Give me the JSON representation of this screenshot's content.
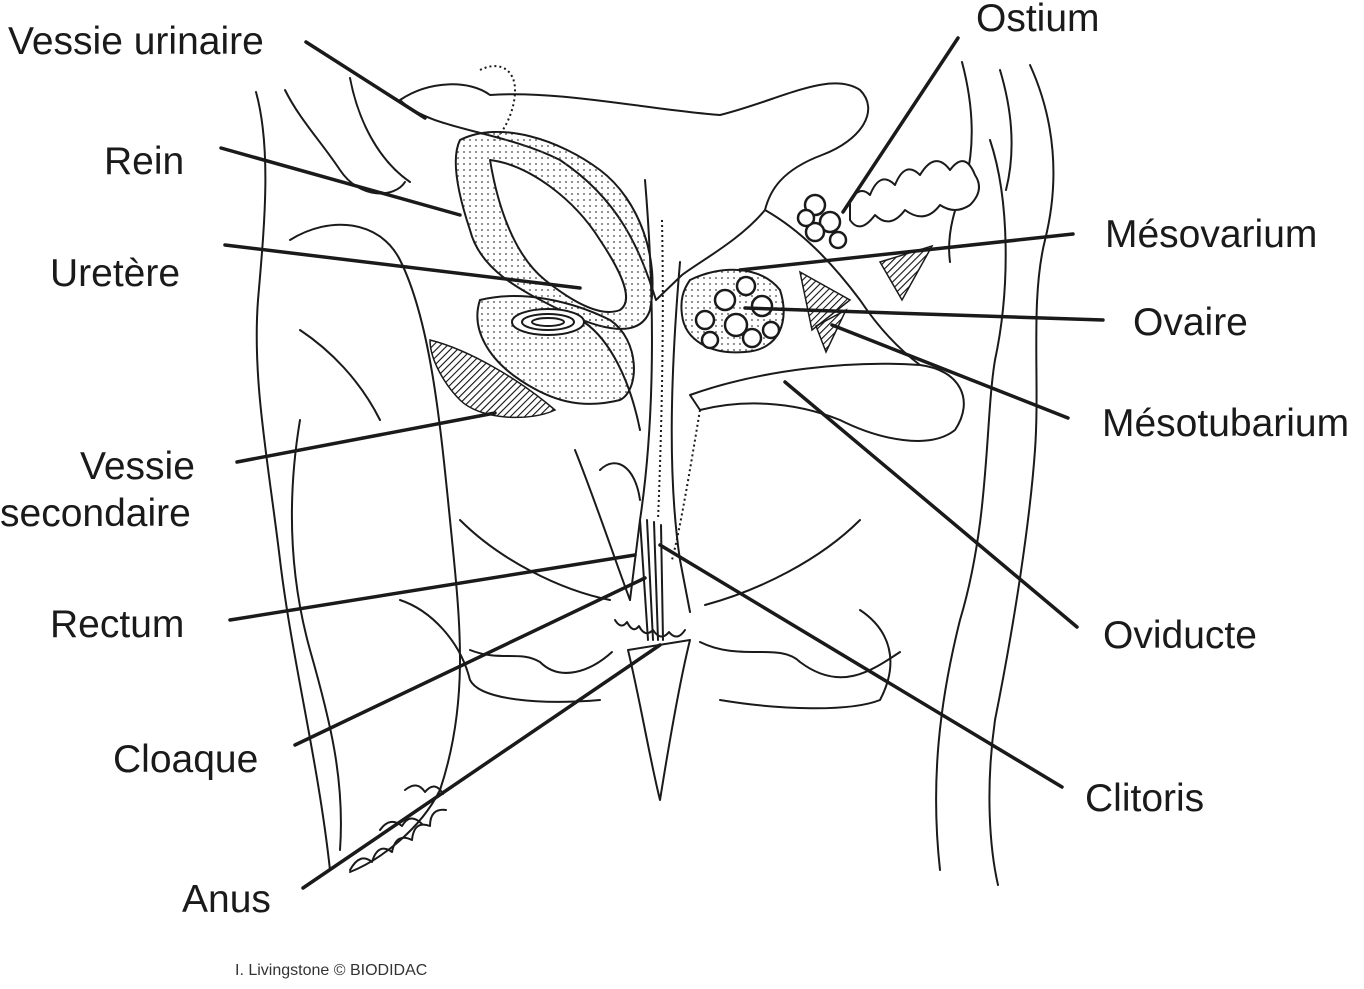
{
  "labels": {
    "vessie_urinaire": "Vessie urinaire",
    "rein": "Rein",
    "uretere": "Uretère",
    "vessie_secondaire": [
      "Vessie",
      "secondaire"
    ],
    "rectum": "Rectum",
    "cloaque": "Cloaque",
    "anus": "Anus",
    "ostium": "Ostium",
    "mesovarium": "Mésovarium",
    "ovaire": "Ovaire",
    "mesotubarium": "Mésotubarium",
    "oviducte": "Oviducte",
    "clitoris": "Clitoris"
  },
  "credit": "I. Livingstone © BIODIDAC"
}
